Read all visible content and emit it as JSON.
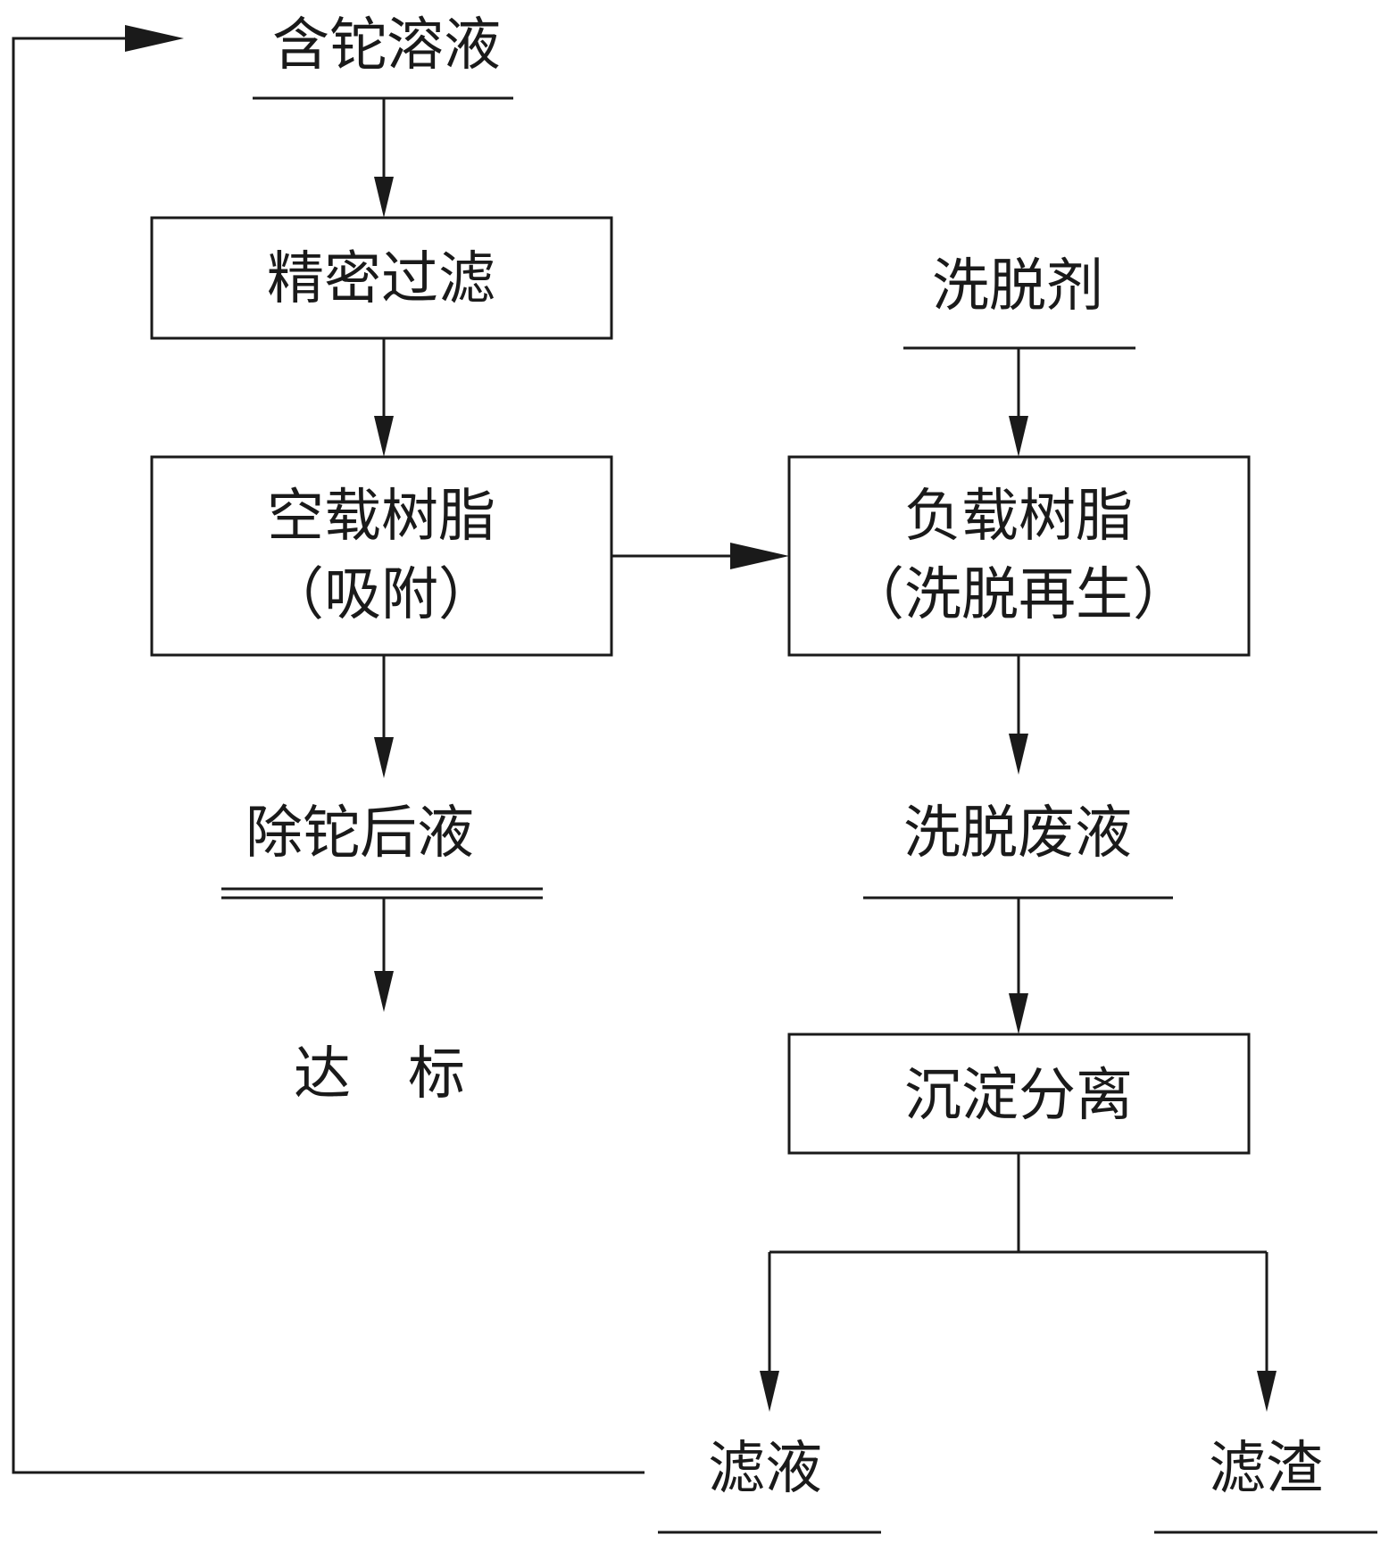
{
  "diagram": {
    "nodes": {
      "source_solution": "含铊溶液",
      "precision_filter": "精密过滤",
      "empty_resin_line1": "空载树脂",
      "empty_resin_line2": "（吸附）",
      "eluent": "洗脱剂",
      "loaded_resin_line1": "负载树脂",
      "loaded_resin_line2": "（洗脱再生）",
      "treated_solution": "除铊后液",
      "compliant": "达　标",
      "elution_waste": "洗脱废液",
      "precipitation": "沉淀分离",
      "filtrate": "滤液",
      "filter_residue": "滤渣"
    },
    "edges": [
      {
        "from": "source_solution",
        "to": "precision_filter"
      },
      {
        "from": "precision_filter",
        "to": "empty_resin"
      },
      {
        "from": "empty_resin",
        "to": "loaded_resin"
      },
      {
        "from": "empty_resin",
        "to": "treated_solution"
      },
      {
        "from": "treated_solution",
        "to": "compliant"
      },
      {
        "from": "eluent",
        "to": "loaded_resin"
      },
      {
        "from": "loaded_resin",
        "to": "elution_waste"
      },
      {
        "from": "elution_waste",
        "to": "precipitation"
      },
      {
        "from": "precipitation",
        "to": "filtrate"
      },
      {
        "from": "precipitation",
        "to": "filter_residue"
      },
      {
        "from": "filtrate",
        "to": "source_solution"
      }
    ]
  }
}
